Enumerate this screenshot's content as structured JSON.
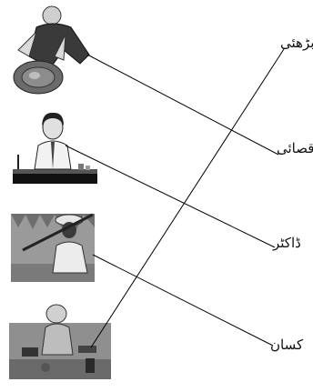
{
  "words": [
    {
      "id": "w1",
      "text": "بڑھئی"
    },
    {
      "id": "w2",
      "text": "قصائی"
    },
    {
      "id": "w3",
      "text": "ڈاکٹر"
    },
    {
      "id": "w4",
      "text": "کسان"
    }
  ],
  "pictures": [
    {
      "icon": "butcher-figure-icon"
    },
    {
      "icon": "doctor-figure-icon"
    },
    {
      "icon": "farmer-figure-icon"
    },
    {
      "icon": "carpenter-figure-icon"
    }
  ],
  "connections": [
    {
      "picture": "butcher",
      "word": "قصائی"
    },
    {
      "picture": "doctor",
      "word": "ڈاکٹر"
    },
    {
      "picture": "farmer",
      "word": "کسان"
    },
    {
      "picture": "carpenter",
      "word": "بڑھئی"
    }
  ]
}
